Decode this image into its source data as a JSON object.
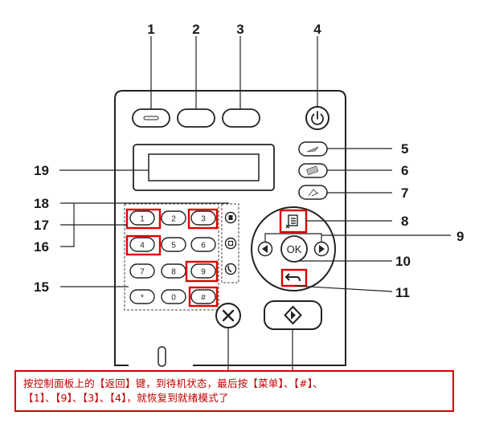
{
  "callouts": {
    "c1": "1",
    "c2": "2",
    "c3": "3",
    "c4": "4",
    "c5": "5",
    "c6": "6",
    "c7": "7",
    "c8": "8",
    "c9": "9",
    "c10": "10",
    "c11": "11",
    "c15": "15",
    "c16": "16",
    "c17": "17",
    "c18": "18",
    "c19": "19"
  },
  "keypad": {
    "k1": "1",
    "k2": "2",
    "k3": "3",
    "k4": "4",
    "k5": "5",
    "k6": "6",
    "k7": "7",
    "k8": "8",
    "k9": "9",
    "kstar": "*",
    "k0": "0",
    "khash": "#"
  },
  "ok_label": "OK",
  "icons": {
    "power": "power-icon",
    "menu": "menu-icon",
    "back": "back-arrow-icon",
    "stop": "stop-x-icon",
    "start": "start-diamond-icon",
    "left": "left-arrow-icon",
    "right": "right-arrow-icon"
  },
  "highlight_color": "#e00000",
  "caption": "按控制面板上的【返回】键，到待机状态，最后按【菜单】、【#】、\n【1】、【9】、【3】、【4】，就恢复到就绪模式了"
}
